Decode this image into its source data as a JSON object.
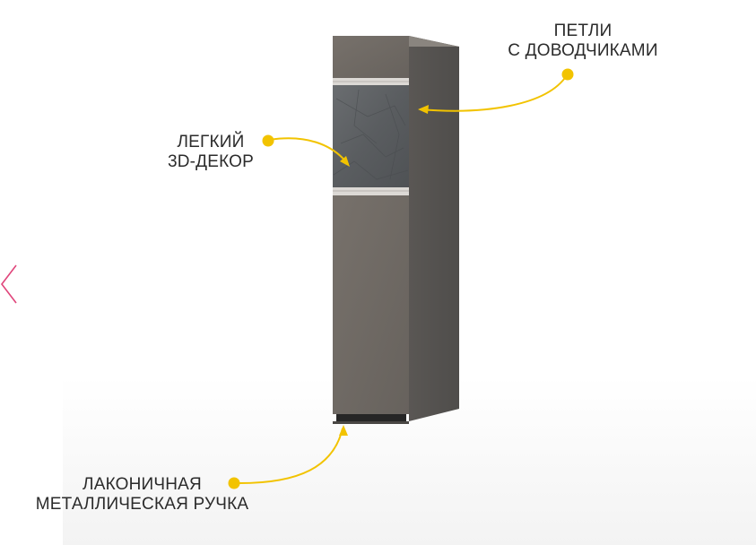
{
  "callouts": {
    "hinges": {
      "line1": "ПЕТЛИ",
      "line2": "С ДОВОДЧИКАМИ"
    },
    "decor": {
      "line1": "ЛЕГКИЙ",
      "line2": "3D-ДЕКОР"
    },
    "handle": {
      "line1": "ЛАКОНИЧНАЯ",
      "line2": "МЕТАЛЛИЧЕСКАЯ РУЧКА"
    }
  },
  "colors": {
    "accent_dot": "#f2c300",
    "arrow_line": "#f2c300",
    "nav_chevron": "#e0457b",
    "cabinet_front": "#6e6963",
    "cabinet_side": "#5a5653",
    "stone_panel": "#5c5f61",
    "trim_strip": "#d9d6d2",
    "handle": "#2a2a2a"
  },
  "nav": {
    "icon": "chevron-left-icon"
  }
}
